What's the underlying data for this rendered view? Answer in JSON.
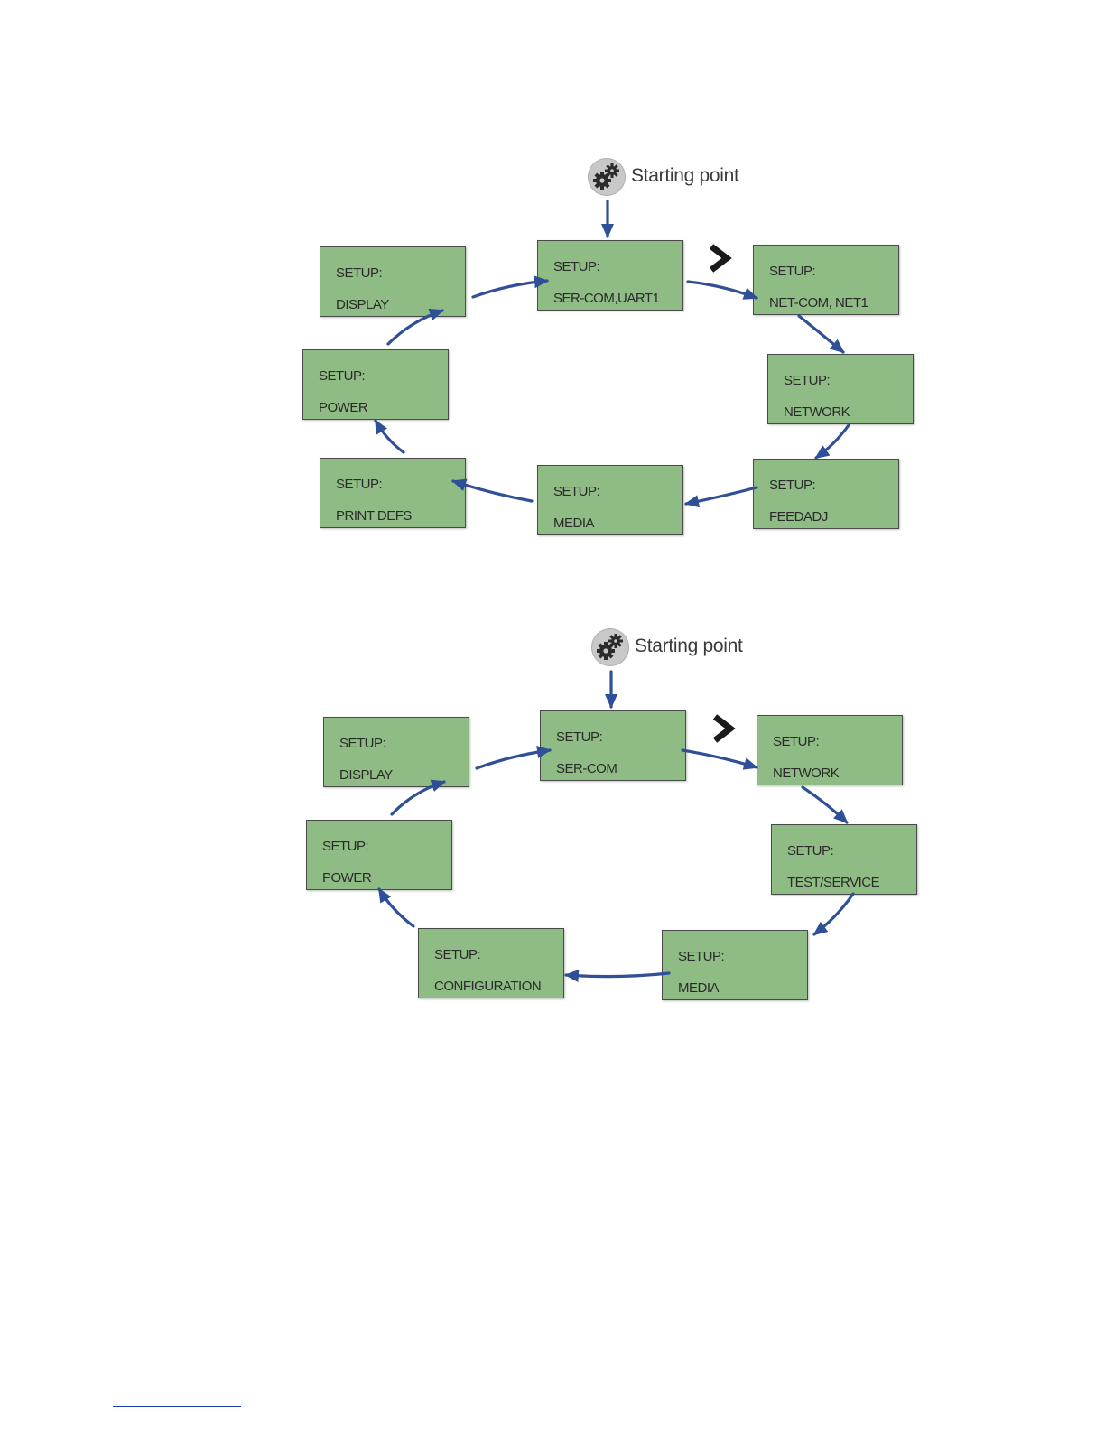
{
  "diagram1": {
    "start_label": "Starting point",
    "start_icon": "gears-icon",
    "next_icon": "chevron-right-icon",
    "boxes": [
      {
        "id": "ser-com-uart1",
        "line1": "SETUP:",
        "line2": "SER-COM,UART1"
      },
      {
        "id": "net-com-net1",
        "line1": "SETUP:",
        "line2": "NET-COM, NET1"
      },
      {
        "id": "network",
        "line1": "SETUP:",
        "line2": "NETWORK"
      },
      {
        "id": "feedadj",
        "line1": "SETUP:",
        "line2": "FEEDADJ"
      },
      {
        "id": "media",
        "line1": "SETUP:",
        "line2": "MEDIA"
      },
      {
        "id": "print-defs",
        "line1": "SETUP:",
        "line2": "PRINT DEFS"
      },
      {
        "id": "power",
        "line1": "SETUP:",
        "line2": "POWER"
      },
      {
        "id": "display",
        "line1": "SETUP:",
        "line2": "DISPLAY"
      }
    ]
  },
  "diagram2": {
    "start_label": "Starting point",
    "start_icon": "gears-icon",
    "next_icon": "chevron-right-icon",
    "boxes": [
      {
        "id": "ser-com",
        "line1": "SETUP:",
        "line2": "SER-COM"
      },
      {
        "id": "network",
        "line1": "SETUP:",
        "line2": "NETWORK"
      },
      {
        "id": "test-service",
        "line1": "SETUP:",
        "line2": "TEST/SERVICE"
      },
      {
        "id": "media",
        "line1": "SETUP:",
        "line2": "MEDIA"
      },
      {
        "id": "configuration",
        "line1": "SETUP:",
        "line2": "CONFIGURATION"
      },
      {
        "id": "power",
        "line1": "SETUP:",
        "line2": "POWER"
      },
      {
        "id": "display",
        "line1": "SETUP:",
        "line2": "DISPLAY"
      }
    ]
  },
  "colors": {
    "lcd_fill": "#8fbc84",
    "arrow": "#2f4f96",
    "chevron": "#1a1a1a"
  }
}
